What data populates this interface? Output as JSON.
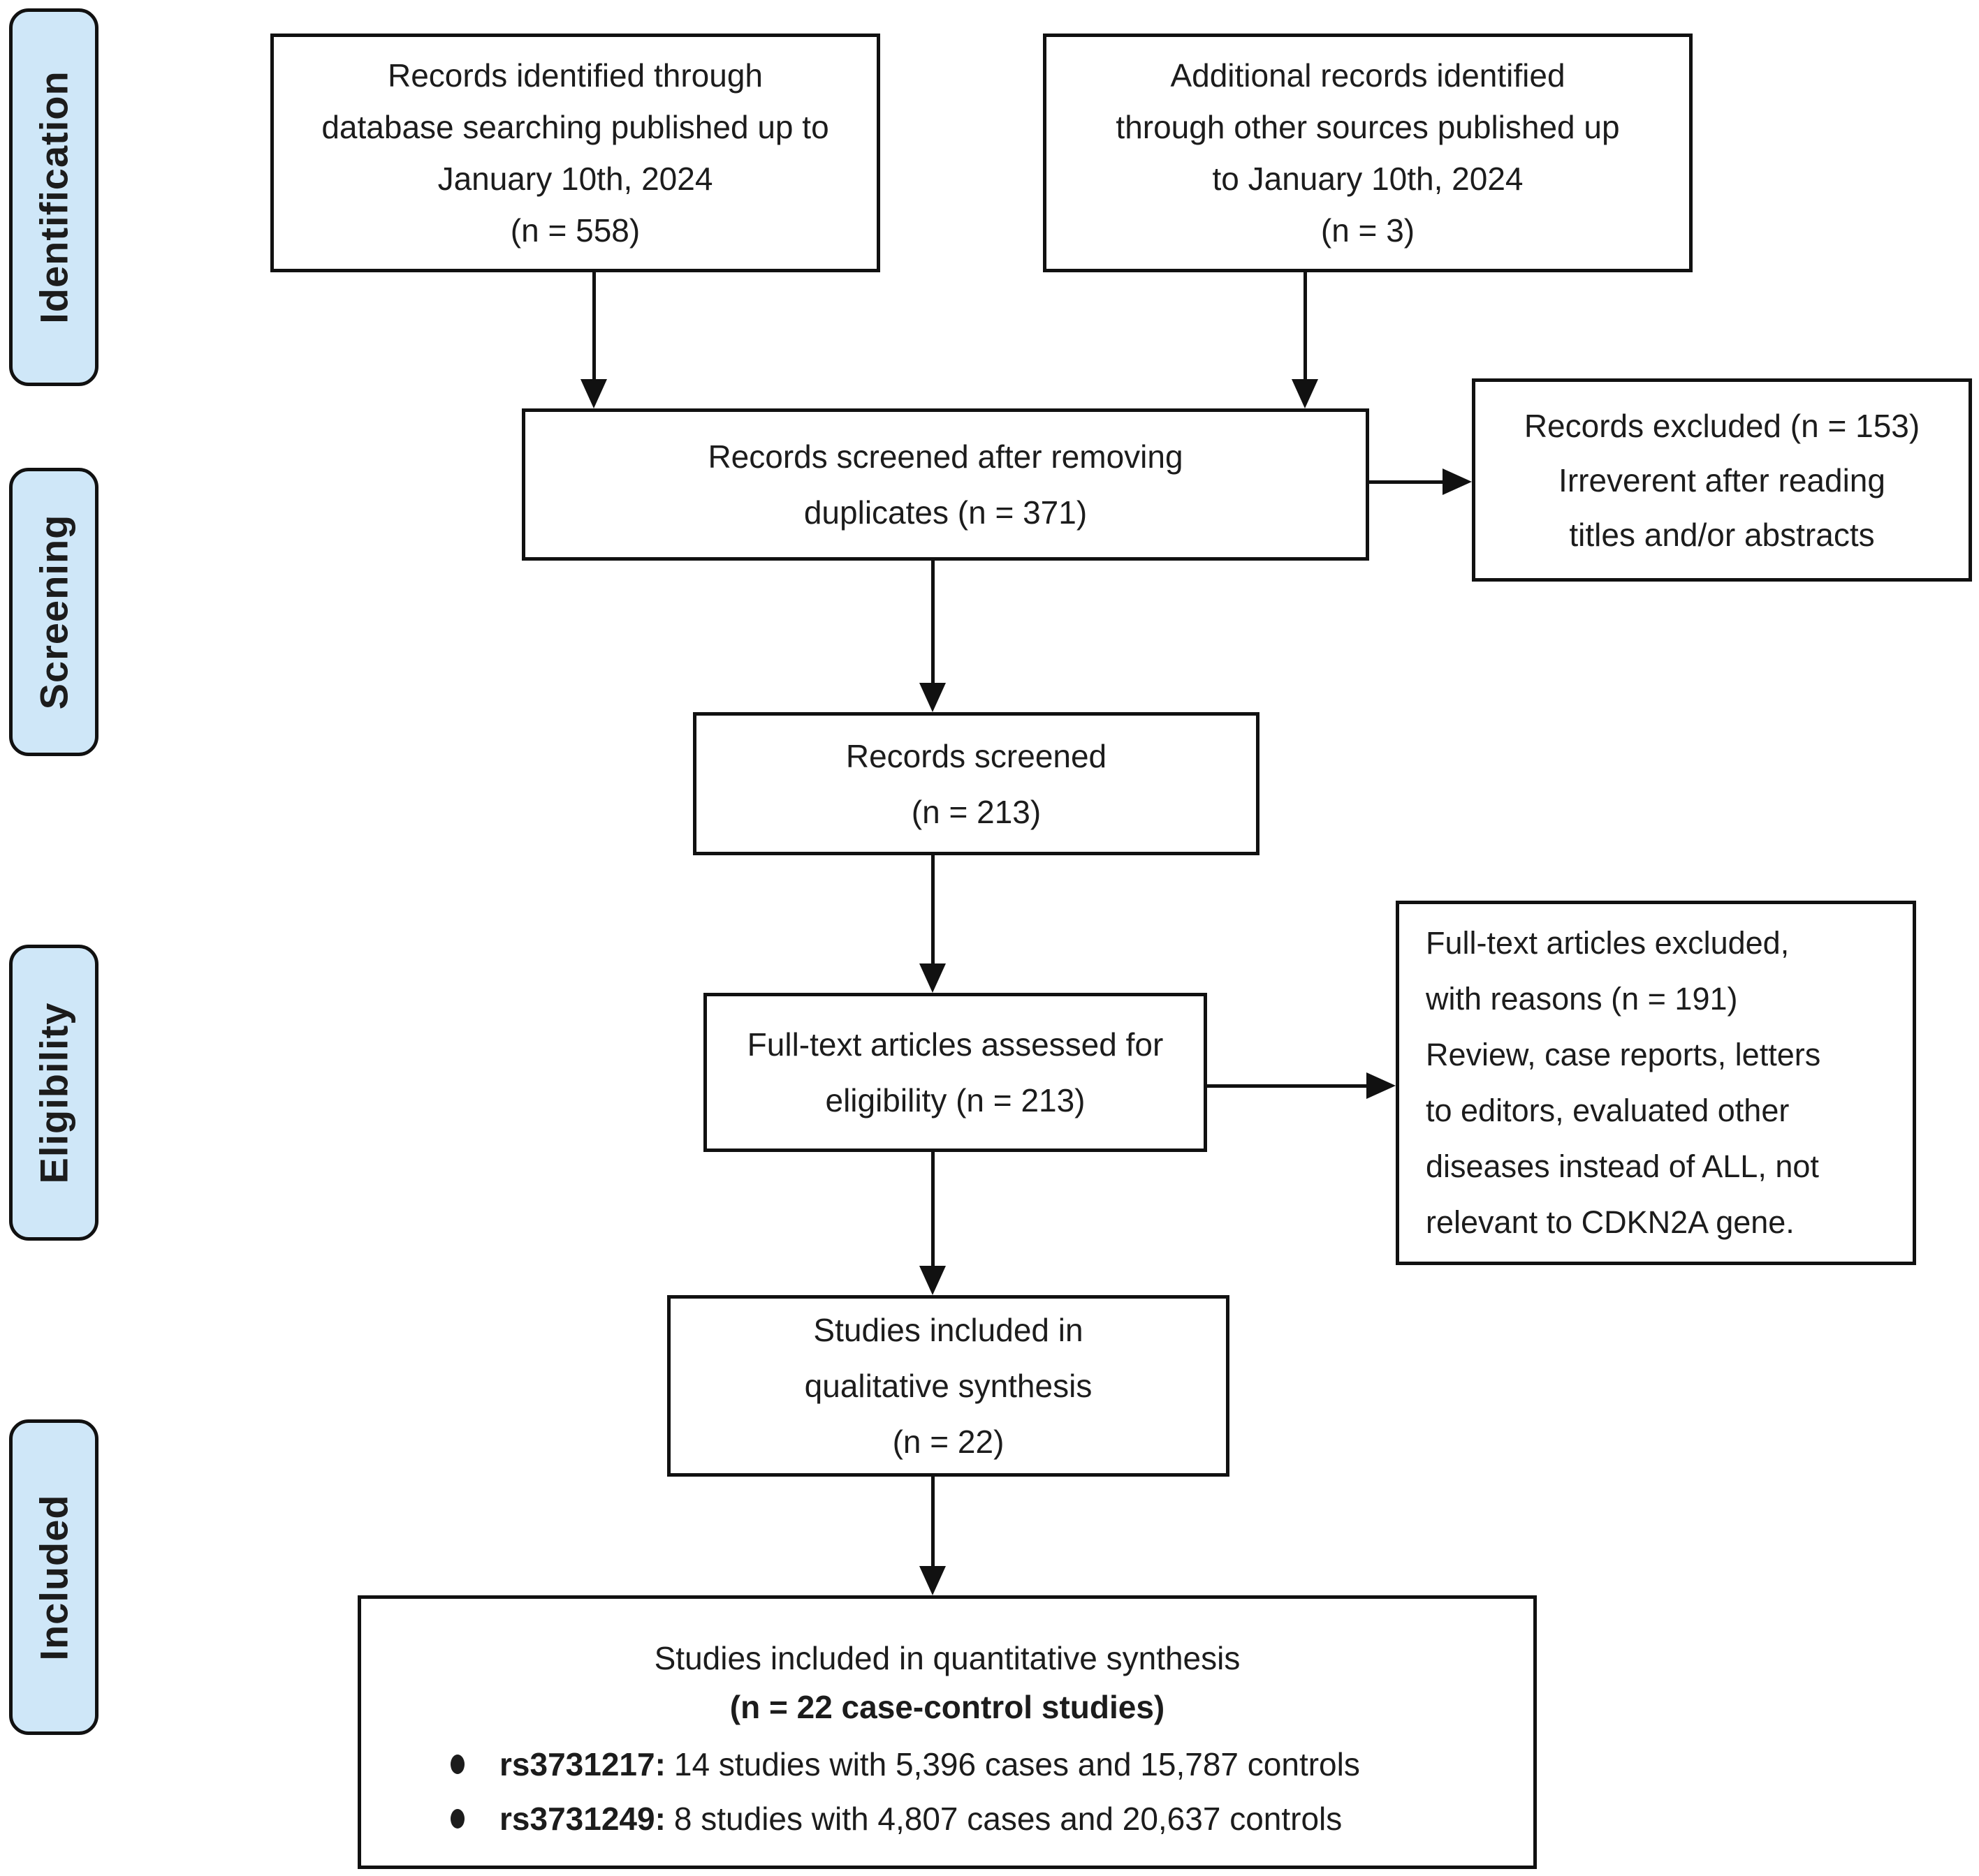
{
  "colors": {
    "background": "#ffffff",
    "stage_fill": "#cfe7f8",
    "box_border": "#111111",
    "arrow": "#111111",
    "text": "#1c1c1c"
  },
  "stages": [
    {
      "label": "Identification"
    },
    {
      "label": "Screening"
    },
    {
      "label": "Eligibility"
    },
    {
      "label": "Included"
    }
  ],
  "boxes": {
    "identified_db": {
      "lines": [
        "Records identified through",
        "database searching published up to",
        "January 10th, 2024",
        "(n = 558)"
      ]
    },
    "identified_other": {
      "lines": [
        "Additional records identified",
        "through other sources published up",
        "to January 10th, 2024",
        "(n = 3)"
      ]
    },
    "screened_duplicates": {
      "lines": [
        "Records screened after removing",
        "duplicates (n = 371)"
      ]
    },
    "records_excluded": {
      "lines": [
        "Records excluded (n = 153)",
        "Irreverent after reading",
        "titles and/or abstracts"
      ]
    },
    "records_screened": {
      "lines": [
        "Records screened",
        "(n = 213)"
      ]
    },
    "fulltext_assessed": {
      "lines": [
        "Full-text articles assessed for",
        "eligibility (n = 213)"
      ]
    },
    "fulltext_excluded": {
      "lines": [
        "Full-text articles excluded,",
        "with reasons (n = 191)",
        "Review, case reports, letters",
        "to editors, evaluated other",
        "diseases instead of ALL, not",
        "relevant to CDKN2A gene."
      ]
    },
    "qualitative": {
      "lines": [
        "Studies included in",
        "qualitative synthesis",
        "(n = 22)"
      ]
    },
    "quantitative": {
      "title": "Studies included in quantitative synthesis",
      "subtitle": "(n = 22 case-control studies)",
      "bullets": [
        {
          "label": "rs3731217:",
          "text": "14 studies with 5,396 cases and 15,787 controls"
        },
        {
          "label": "rs3731249:",
          "text": "8 studies with 4,807 cases and 20,637 controls"
        }
      ]
    }
  }
}
